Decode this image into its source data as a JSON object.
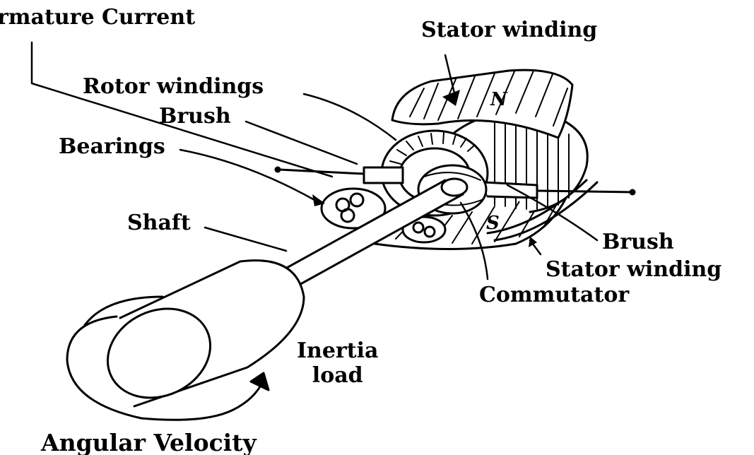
{
  "labels": {
    "armature_current": "rmature Current",
    "stator_winding_top": "Stator winding",
    "rotor_windings": "Rotor windings",
    "brush_top": "Brush",
    "bearings": "Bearings",
    "shaft": "Shaft",
    "brush_bottom": "Brush",
    "stator_winding_bottom": "Stator winding",
    "commutator": "Commutator",
    "inertia_load": "Inertia\nload",
    "angular_velocity": "Angular Velocity"
  },
  "pole_marks": {
    "north": "N",
    "south": "S"
  },
  "colors": {
    "ink": "#000000",
    "paper": "#ffffff"
  }
}
